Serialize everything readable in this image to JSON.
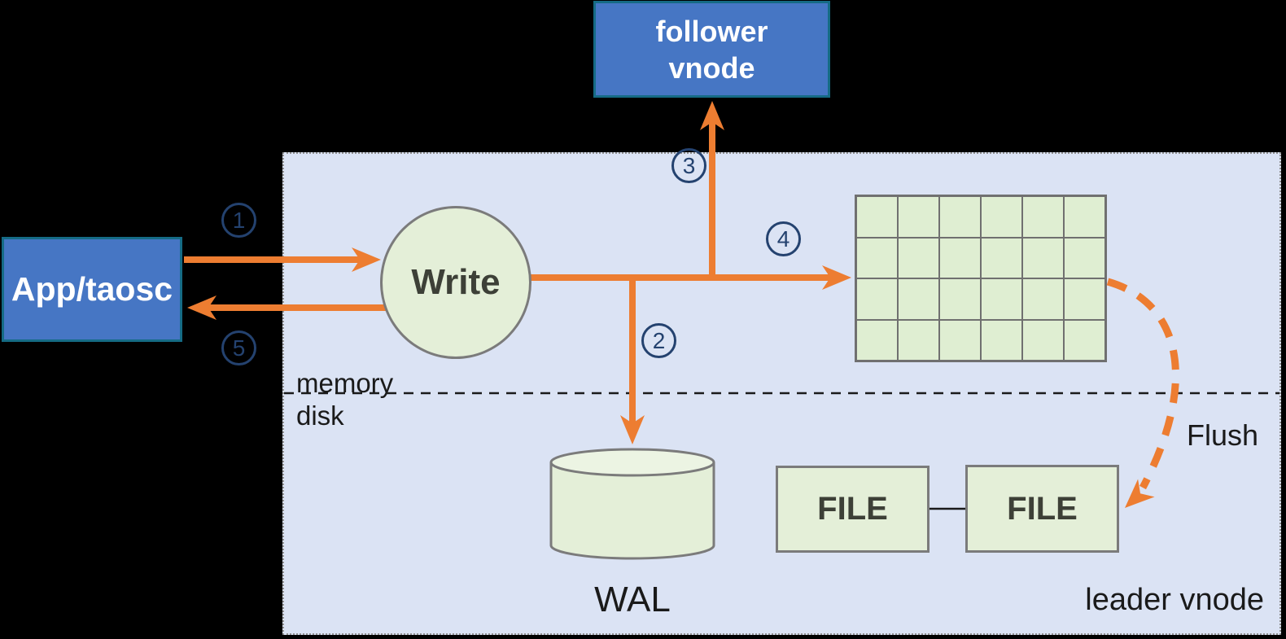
{
  "colors": {
    "background": "#000000",
    "arrow_orange": "#ED7D31",
    "step_navy": "#24426F",
    "node_blue_fill": "#4676C4",
    "node_blue_border": "#156B85",
    "panel_lavender": "#DBE3F4",
    "shape_green": "#E4EFD8",
    "grid_cell_green": "#DFEED2"
  },
  "external_nodes": {
    "app": {
      "label": "App/taosc"
    },
    "follower": {
      "line1": "follower",
      "line2": "vnode"
    }
  },
  "leader_panel": {
    "write_label": "Write",
    "wal_label": "WAL",
    "file1_label": "FILE",
    "file2_label": "FILE",
    "flush_label": "Flush",
    "memory_label": "memory",
    "disk_label": "disk",
    "leader_label": "leader vnode"
  },
  "steps": [
    {
      "num": "1"
    },
    {
      "num": "2"
    },
    {
      "num": "3"
    },
    {
      "num": "4"
    },
    {
      "num": "5"
    }
  ],
  "mem_table": {
    "rows": 4,
    "cols": 6
  }
}
